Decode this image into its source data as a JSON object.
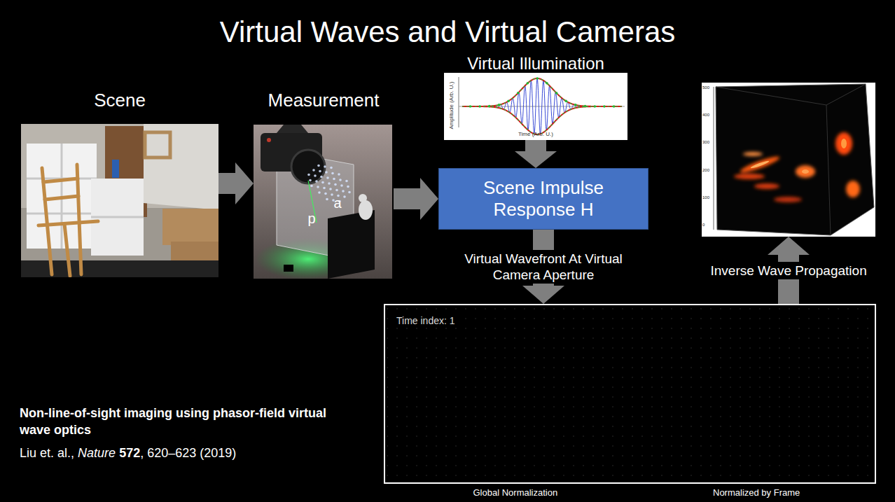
{
  "diagram": {
    "title": "Virtual Waves and Virtual Cameras",
    "nodes": [
      {
        "text": [
          "Scene"
        ]
      },
      {
        "text": [
          "Measurement"
        ]
      },
      {
        "text": [
          "Virtual Illumination"
        ]
      },
      {
        "text": [
          "Scene Impulse Response H"
        ]
      },
      {
        "text": [
          "Time index: 1"
        ]
      },
      {
        "text": [
          "500",
          "400",
          "300",
          "200",
          "100",
          "0"
        ]
      }
    ],
    "edges": [
      {
        "from": 0,
        "to": 1,
        "arrow": "to"
      },
      {
        "from": 1,
        "to": 3,
        "arrow": "to"
      },
      {
        "from": 2,
        "to": 3,
        "arrow": "to"
      },
      {
        "from": 3,
        "to": 4,
        "label": "Virtual Wavefront At Virtual Camera Aperture",
        "arrow": "to"
      },
      {
        "from": 4,
        "to": 5,
        "label": "Inverse Wave Propagation",
        "arrow": "to"
      }
    ],
    "labels": [
      "p",
      "a",
      "Amplitude (Arb. U.)",
      "Time (Arb. U.)",
      "Global Normalization",
      "Normalized by Frame",
      "Non-line-of-sight imaging using phasor-field virtual wave optics",
      "Liu et. al.,",
      "Nature",
      "572",
      ", 620–623 (2019)"
    ]
  }
}
